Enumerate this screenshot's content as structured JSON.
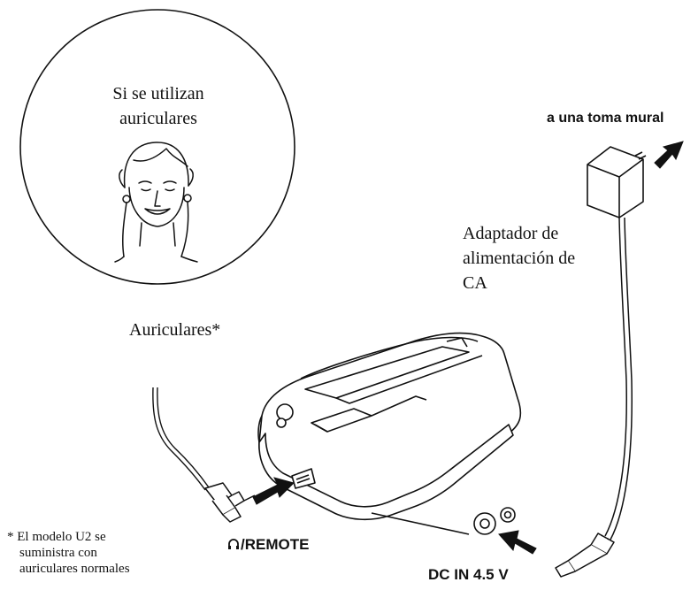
{
  "labels": {
    "circle_caption_line1": "Si se utilizan",
    "circle_caption_line2": "auriculares",
    "wall_outlet": "a una toma mural",
    "adapter_line1": "Adaptador de",
    "adapter_line2": "alimentación de",
    "adapter_line3": "CA",
    "headphones": "Auriculares*",
    "remote_jack": "/REMOTE",
    "dc_in": "DC IN 4.5 V",
    "footnote_line1": "* El modelo U2 se",
    "footnote_line2": "suministra con",
    "footnote_line3": "auriculares normales"
  },
  "icons": {
    "remote_jack_icon": "headphones-icon",
    "arrows": [
      "arrow-to-outlet-icon",
      "arrow-to-headphone-jack-icon",
      "arrow-to-dc-in-icon"
    ]
  },
  "colors": {
    "ink": "#111111",
    "background": "#ffffff"
  }
}
